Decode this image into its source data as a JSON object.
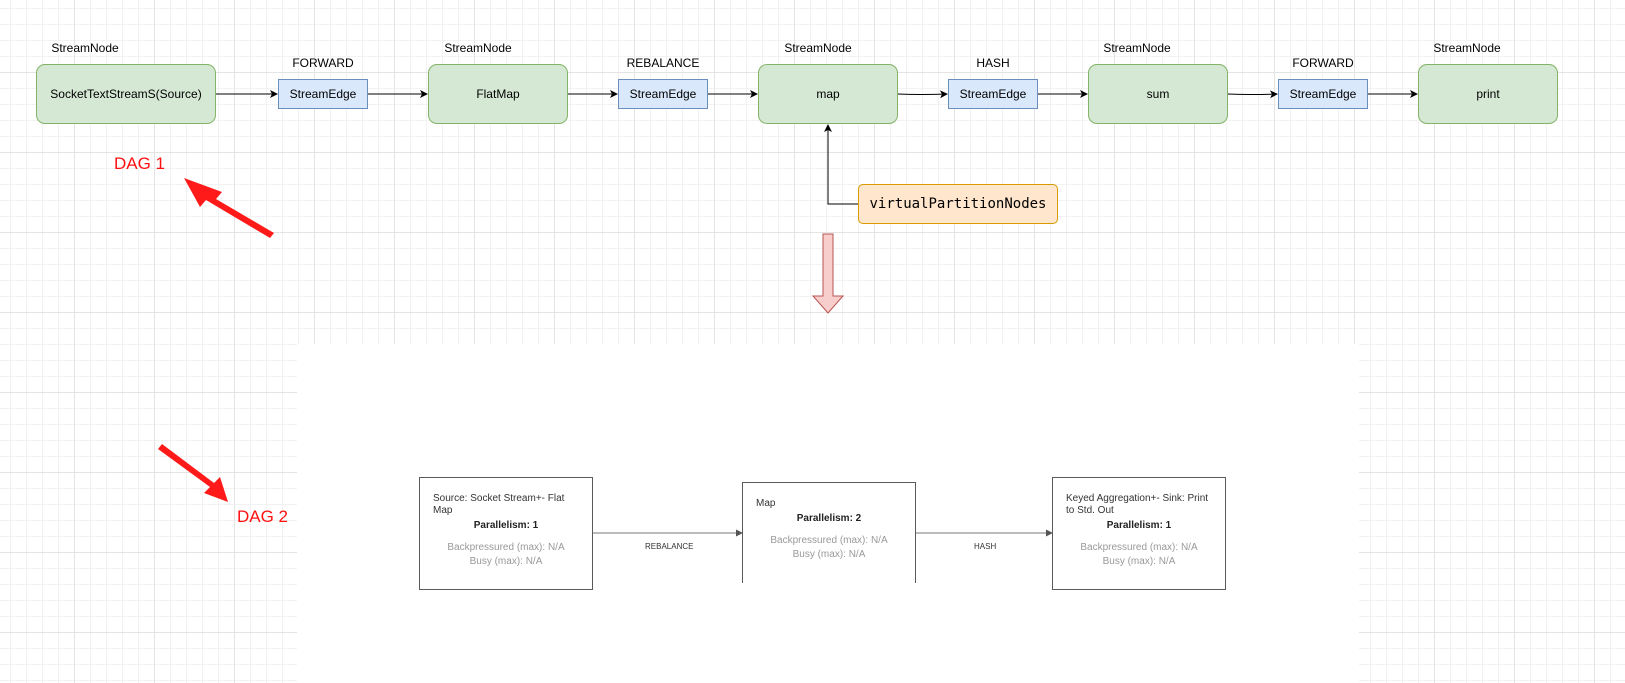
{
  "dag1": {
    "nodes": [
      {
        "type_label": "StreamNode",
        "name": "SocketTextStreamS(Source)"
      },
      {
        "type_label": "StreamNode",
        "name": "FlatMap"
      },
      {
        "type_label": "StreamNode",
        "name": "map"
      },
      {
        "type_label": "StreamNode",
        "name": "sum"
      },
      {
        "type_label": "StreamNode",
        "name": "print"
      }
    ],
    "edges": [
      {
        "partitioner": "FORWARD",
        "name": "StreamEdge"
      },
      {
        "partitioner": "REBALANCE",
        "name": "StreamEdge"
      },
      {
        "partitioner": "HASH",
        "name": "StreamEdge"
      },
      {
        "partitioner": "FORWARD",
        "name": "StreamEdge"
      }
    ],
    "virtual_node": "virtualPartitionNodes",
    "label": "DAG 1"
  },
  "dag2": {
    "label": "DAG 2",
    "jobs": [
      {
        "title": "Source: Socket Stream+- Flat Map",
        "parallelism": "Parallelism: 1",
        "backpressured": "Backpressured (max): N/A",
        "busy": "Busy (max): N/A"
      },
      {
        "title": "Map",
        "parallelism": "Parallelism: 2",
        "backpressured": "Backpressured (max): N/A",
        "busy": "Busy (max): N/A"
      },
      {
        "title": "Keyed Aggregation+- Sink: Print to Std. Out",
        "parallelism": "Parallelism: 1",
        "backpressured": "Backpressured (max): N/A",
        "busy": "Busy (max): N/A"
      }
    ],
    "connections": [
      "REBALANCE",
      "HASH"
    ]
  },
  "colors": {
    "node_fill": "#d5e8d4",
    "node_stroke": "#82b366",
    "edge_fill": "#dae8fc",
    "edge_stroke": "#6c8ebf",
    "virtual_fill": "#ffe6cc",
    "virtual_stroke": "#d79b00",
    "accent_red": "#ff1a1a",
    "down_arrow_fill": "#f8cecc",
    "down_arrow_stroke": "#b85450"
  }
}
